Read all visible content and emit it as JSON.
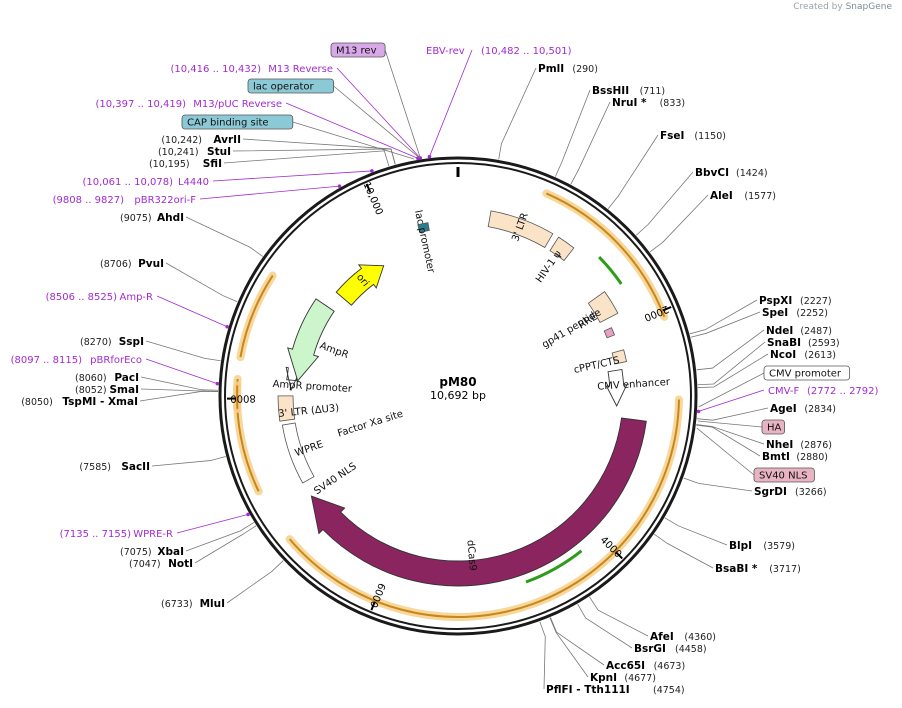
{
  "credit": {
    "prefix": "Created by",
    "brand": "SnapGene"
  },
  "plasmid": {
    "name": "pM80",
    "length_label": "10,692 bp",
    "length_bp": 10692
  },
  "colors": {
    "backbone": "#1a1a1a",
    "primer": "#a22bd0",
    "feature_orange": "#fbe3c8",
    "cds_green": "#ccf5cc",
    "ori_yellow": "#ffff00",
    "cas9_maroon": "#8b2560",
    "orf_glow": "#f7d08a",
    "orf_arrow": "#c8871c",
    "highlight_green": "#2e9c1b",
    "label_box_blue": "#8cc9d6",
    "label_box_purple": "#d8a8e8",
    "label_box_pink": "#e8b4c4"
  },
  "tick_labels": [
    {
      "bp": 2000,
      "text": "2000"
    },
    {
      "bp": 4000,
      "text": "4000"
    },
    {
      "bp": 6000,
      "text": "6000"
    },
    {
      "bp": 8000,
      "text": "8000"
    },
    {
      "bp": 10000,
      "text": "10,000"
    }
  ],
  "right_sites": [
    {
      "name": "PmlI",
      "pos": "(290)",
      "bp": 290
    },
    {
      "name": "BssHII",
      "pos": "(711)",
      "bp": 711
    },
    {
      "name": "NruI *",
      "pos": "(833)",
      "bp": 833
    },
    {
      "name": "FseI",
      "pos": "(1150)",
      "bp": 1150
    },
    {
      "name": "BbvCI",
      "pos": "(1424)",
      "bp": 1424
    },
    {
      "name": "AleI",
      "pos": "(1577)",
      "bp": 1577
    },
    {
      "name": "PspXI",
      "pos": "(2227)",
      "bp": 2227
    },
    {
      "name": "SpeI",
      "pos": "(2252)",
      "bp": 2252
    },
    {
      "name": "NdeI",
      "pos": "(2487)",
      "bp": 2487
    },
    {
      "name": "SnaBI",
      "pos": "(2593)",
      "bp": 2593
    },
    {
      "name": "NcoI",
      "pos": "(2613)",
      "bp": 2613
    },
    {
      "name": "AgeI",
      "pos": "(2834)",
      "bp": 2834
    },
    {
      "name": "NheI",
      "pos": "(2876)",
      "bp": 2876
    },
    {
      "name": "BmtI",
      "pos": "(2880)",
      "bp": 2880
    },
    {
      "name": "SgrDI",
      "pos": "(3266)",
      "bp": 3266
    },
    {
      "name": "BlpI",
      "pos": "(3579)",
      "bp": 3579
    },
    {
      "name": "BsaBI *",
      "pos": "(3717)",
      "bp": 3717
    },
    {
      "name": "AfeI",
      "pos": "(4360)",
      "bp": 4360
    },
    {
      "name": "BsrGI",
      "pos": "(4458)",
      "bp": 4458
    },
    {
      "name": "Acc65I",
      "pos": "(4673)",
      "bp": 4673
    },
    {
      "name": "KpnI",
      "pos": "(4677)",
      "bp": 4677
    },
    {
      "name": "PflFI - Tth111I",
      "pos": "(4754)",
      "bp": 4754
    }
  ],
  "left_sites": [
    {
      "name": "AvrII",
      "pos": "(10,242)",
      "bp": 10242
    },
    {
      "name": "StuI",
      "pos": "(10,241)",
      "bp": 10241
    },
    {
      "name": "SfiI",
      "pos": "(10,195)",
      "bp": 10195
    },
    {
      "name": "AhdI",
      "pos": "(9075)",
      "bp": 9075
    },
    {
      "name": "PvuI",
      "pos": "(8706)",
      "bp": 8706
    },
    {
      "name": "SspI",
      "pos": "(8270)",
      "bp": 8270
    },
    {
      "name": "PacI",
      "pos": "(8060)",
      "bp": 8060
    },
    {
      "name": "SmaI",
      "pos": "(8052)",
      "bp": 8052
    },
    {
      "name": "TspMI - XmaI",
      "pos": "(8050)",
      "bp": 8050
    },
    {
      "name": "SacII",
      "pos": "(7585)",
      "bp": 7585
    },
    {
      "name": "XbaI",
      "pos": "(7075)",
      "bp": 7075
    },
    {
      "name": "NotI",
      "pos": "(7047)",
      "bp": 7047
    },
    {
      "name": "MluI",
      "pos": "(6733)",
      "bp": 6733
    }
  ],
  "primers": [
    {
      "name": "EBV-rev",
      "range": "(10,482 .. 10,501)",
      "bp": 10490
    },
    {
      "name": "M13 Reverse",
      "range": "(10,416 .. 10,432)",
      "bp": 10424
    },
    {
      "name": "M13/pUC Reverse",
      "range": "(10,397 .. 10,419)",
      "bp": 10408
    },
    {
      "name": "L4440",
      "range": "(10,061 .. 10,078)",
      "bp": 10070
    },
    {
      "name": "pBR322ori-F",
      "range": "(9808 .. 9827)",
      "bp": 9817
    },
    {
      "name": "Amp-R",
      "range": "(8506 .. 8525)",
      "bp": 8515
    },
    {
      "name": "pBRforEco",
      "range": "(8097 .. 8115)",
      "bp": 8106
    },
    {
      "name": "WPRE-R",
      "range": "(7135 .. 7155)",
      "bp": 7145
    },
    {
      "name": "CMV-F",
      "range": "(2772 .. 2792)",
      "bp": 2782
    }
  ],
  "boxed_labels": [
    {
      "name": "M13 rev",
      "style": "purple",
      "bp": 10425
    },
    {
      "name": "lac operator",
      "style": "blue",
      "bp": 10420
    },
    {
      "name": "CAP binding site",
      "style": "blue",
      "bp": 10380
    },
    {
      "name": "CMV promoter",
      "style": "white",
      "bp": 2750
    },
    {
      "name": "HA",
      "style": "pink",
      "bp": 2850
    },
    {
      "name": "SV40 NLS",
      "style": "pink",
      "bp": 2900
    }
  ],
  "features": [
    {
      "name": "3' LTR",
      "start": 300,
      "end": 900
    },
    {
      "name": "HIV-1 ψ",
      "start": 960,
      "end": 1130
    },
    {
      "name": "RRE",
      "start": 1620,
      "end": 1860
    },
    {
      "name": "gp41 peptide",
      "start": 1960,
      "end": 2040
    },
    {
      "name": "cPPT/CTS",
      "start": 2210,
      "end": 2330
    },
    {
      "name": "CMV enhancer",
      "start": 2400,
      "end": 2780
    },
    {
      "name": "dCas9",
      "start": 2900,
      "end": 7000
    },
    {
      "name": "SV40 NLS",
      "start": 6980,
      "end": 7040
    },
    {
      "name": "WPRE",
      "start": 7150,
      "end": 7740
    },
    {
      "name": "3' LTR (ΔU3)",
      "start": 7780,
      "end": 8020
    },
    {
      "name": "Factor Xa site",
      "start": 7400,
      "end": 7420
    },
    {
      "name": "AmpR promoter",
      "start": 8080,
      "end": 8180
    },
    {
      "name": "AmpR",
      "start": 8180,
      "end": 9040
    },
    {
      "name": "ori",
      "start": 9220,
      "end": 9810
    },
    {
      "name": "lac promoter",
      "start": 10300,
      "end": 10400
    }
  ]
}
